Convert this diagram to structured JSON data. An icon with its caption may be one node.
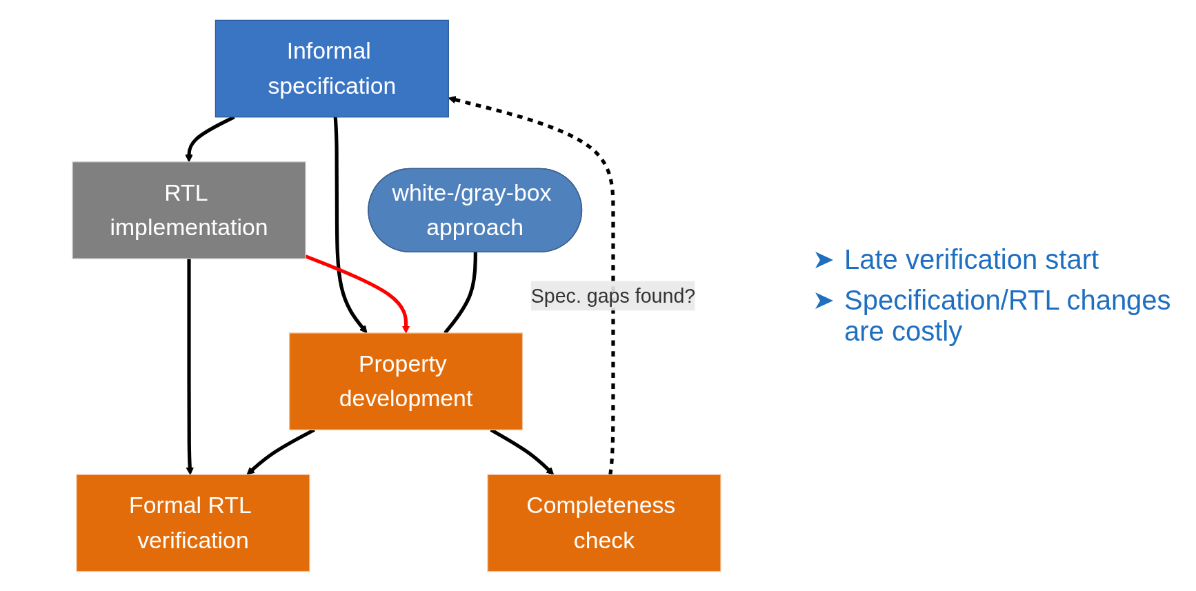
{
  "diagram": {
    "nodes": [
      {
        "text": [
          "Informal specification"
        ]
      },
      {
        "text": [
          "RTL implementation"
        ]
      },
      {
        "text": [
          "Property development"
        ]
      },
      {
        "text": [
          "Formal RTL verification"
        ]
      },
      {
        "text": [
          "Completeness check"
        ]
      },
      {
        "text": [
          "white-/gray-box approach"
        ]
      }
    ],
    "edges": [
      {
        "from": 0,
        "to": 1,
        "arrow": "to"
      },
      {
        "from": 0,
        "to": 2,
        "arrow": "to"
      },
      {
        "from": 1,
        "to": 2,
        "arrow": "to",
        "color": "#ff0000"
      },
      {
        "from": 1,
        "to": 3,
        "arrow": "to"
      },
      {
        "from": 2,
        "to": 3,
        "arrow": "to"
      },
      {
        "from": 2,
        "to": 4,
        "arrow": "to"
      },
      {
        "from": 4,
        "to": 0,
        "arrow": "to",
        "style": "dashed",
        "label": "Spec. gaps found?"
      },
      {
        "from": 5,
        "to": 2,
        "arrow": "none"
      }
    ],
    "labels": [
      "Late verification start",
      "Specification/RTL changes are costly"
    ]
  }
}
